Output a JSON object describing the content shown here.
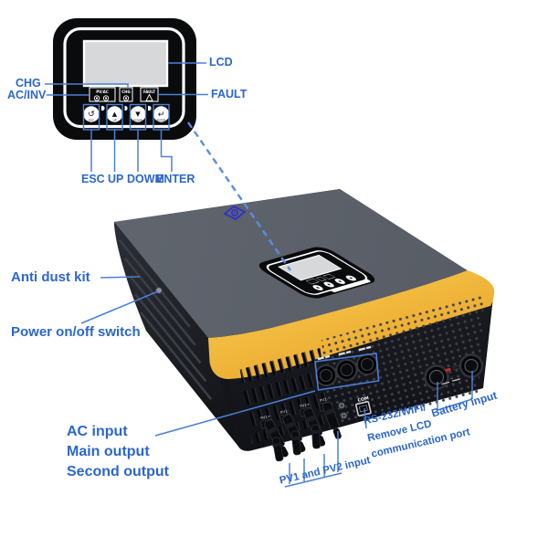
{
  "colors": {
    "label_blue": "#2b66cf",
    "line_blue": "#4a80d8",
    "dash_blue": "#5b8de0",
    "body_yellow": "#f2ba36",
    "top_gray": "#5d626b",
    "lcd_gray": "#d6d8da",
    "logo_blue": "#2a2fd0"
  },
  "inset": {
    "callouts": {
      "lcd": "LCD",
      "fault": "FAULT",
      "chg": "CHG",
      "ac_inv": "AC/INV"
    },
    "button_callouts": [
      "ESC",
      "UP",
      "DOWM",
      "ENTER"
    ],
    "indicators": [
      "PV/AC",
      "CHG",
      "FAULT"
    ],
    "buttons": [
      "ESC",
      "UP",
      "DOWN",
      "ENTER"
    ],
    "button_icons": [
      "↺",
      "▲",
      "▼",
      "↵"
    ]
  },
  "unit": {
    "com_port_label": "COM",
    "pv_port_labels": [
      "PV1+",
      "PV1-",
      "PV2+",
      "PV2-"
    ],
    "callouts": {
      "anti_dust": "Anti dust kit",
      "power_switch": "Power on/off switch",
      "ac_input": "AC input",
      "main_output": "Main output",
      "second_output": "Second output",
      "pv_input": "PV1 and PV2 input",
      "comm_line1": "RS-232/WIFI/",
      "comm_line2": "Remove LCD",
      "comm_line3": "communication port",
      "battery": "Battery input"
    }
  }
}
